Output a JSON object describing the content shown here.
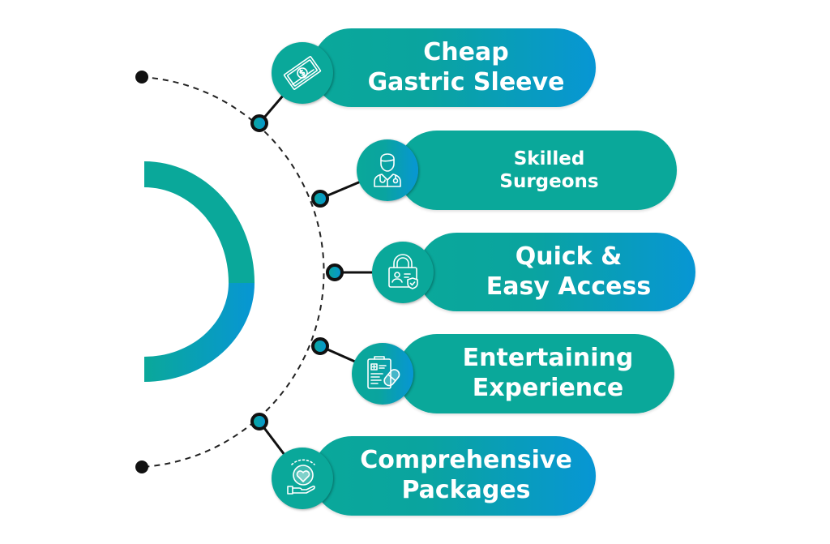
{
  "title": "Why choose us - gastric sleeve benefits",
  "colors": {
    "teal": "#0aa89a",
    "blue": "#0796d4",
    "line": "#111111"
  },
  "items": [
    {
      "line1": "Cheap",
      "line2": "Gastric Sleeve",
      "icon": "money-icon",
      "style": "gradient"
    },
    {
      "line1": "Skilled",
      "line2": "Surgeons",
      "icon": "doctor-icon",
      "style": "solid"
    },
    {
      "line1": "Quick &",
      "line2": "Easy Access",
      "icon": "secure-access-icon",
      "style": "gradient"
    },
    {
      "line1": "Entertaining",
      "line2": "Experience",
      "icon": "medical-record-pills-icon",
      "style": "solid"
    },
    {
      "line1": "Comprehensive",
      "line2": "Packages",
      "icon": "heart-in-hand-icon",
      "style": "gradient"
    }
  ]
}
